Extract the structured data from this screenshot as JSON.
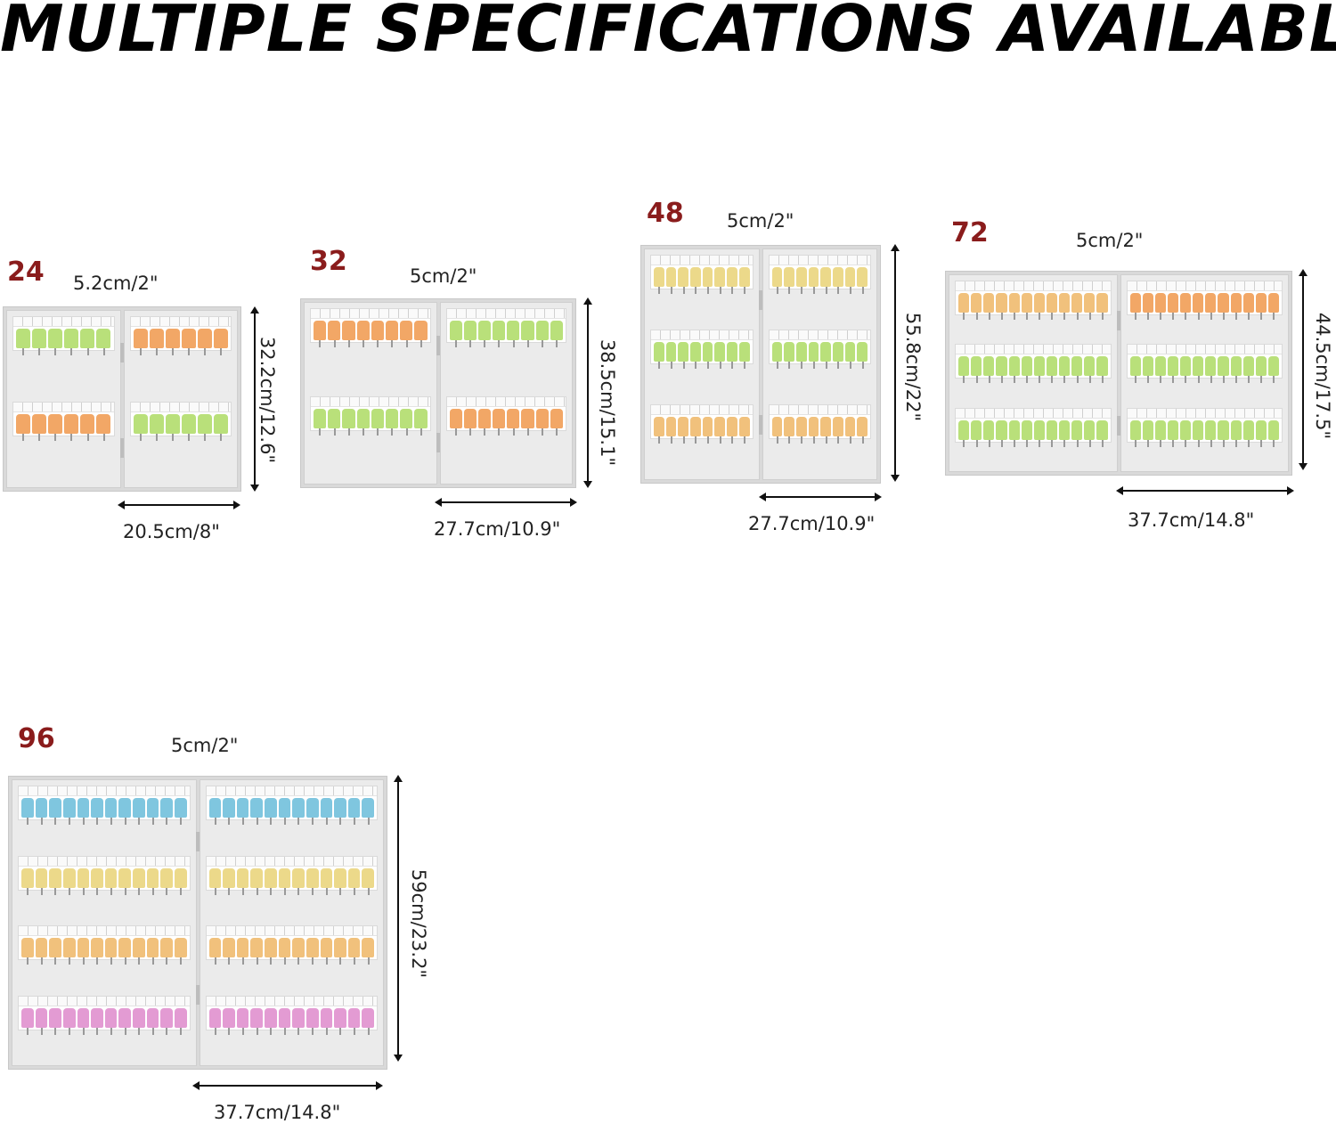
{
  "headline": "MULTIPLE SPECIFICATIONS AVAILABLE",
  "colors": {
    "green": "#b9e07a",
    "orange": "#f2a766",
    "yellow": "#ecd98a",
    "lightorange": "#f1c17c",
    "blue": "#7fc6df",
    "pink": "#e39bd3",
    "number": "#8a1c1c"
  },
  "variants": [
    {
      "count": "24",
      "depth": "5.2cm/2\"",
      "width": "20.5cm/8\"",
      "height": "32.2cm/12.6\"",
      "rows": [
        [
          "green",
          "orange"
        ],
        [
          "orange",
          "green"
        ]
      ],
      "tags_per_door": 6
    },
    {
      "count": "32",
      "depth": "5cm/2\"",
      "width": "27.7cm/10.9\"",
      "height": "38.5cm/15.1\"",
      "rows": [
        [
          "orange",
          "green"
        ],
        [
          "green",
          "orange"
        ]
      ],
      "tags_per_door": 8
    },
    {
      "count": "48",
      "depth": "5cm/2\"",
      "width": "27.7cm/10.9\"",
      "height": "55.8cm/22\"",
      "rows": [
        [
          "yellow",
          "yellow"
        ],
        [
          "green",
          "green"
        ],
        [
          "lightorange",
          "lightorange"
        ]
      ],
      "tags_per_door": 8
    },
    {
      "count": "72",
      "depth": "5cm/2\"",
      "width": "37.7cm/14.8\"",
      "height": "44.5cm/17.5\"",
      "rows": [
        [
          "lightorange",
          "orange"
        ],
        [
          "green",
          "green"
        ],
        [
          "green",
          "green"
        ]
      ],
      "tags_per_door": 12
    },
    {
      "count": "96",
      "depth": "5cm/2\"",
      "width": "37.7cm/14.8\"",
      "height": "59cm/23.2\"",
      "rows": [
        [
          "blue",
          "blue"
        ],
        [
          "yellow",
          "yellow"
        ],
        [
          "lightorange",
          "lightorange"
        ],
        [
          "pink",
          "pink"
        ]
      ],
      "tags_per_door": 12
    }
  ]
}
